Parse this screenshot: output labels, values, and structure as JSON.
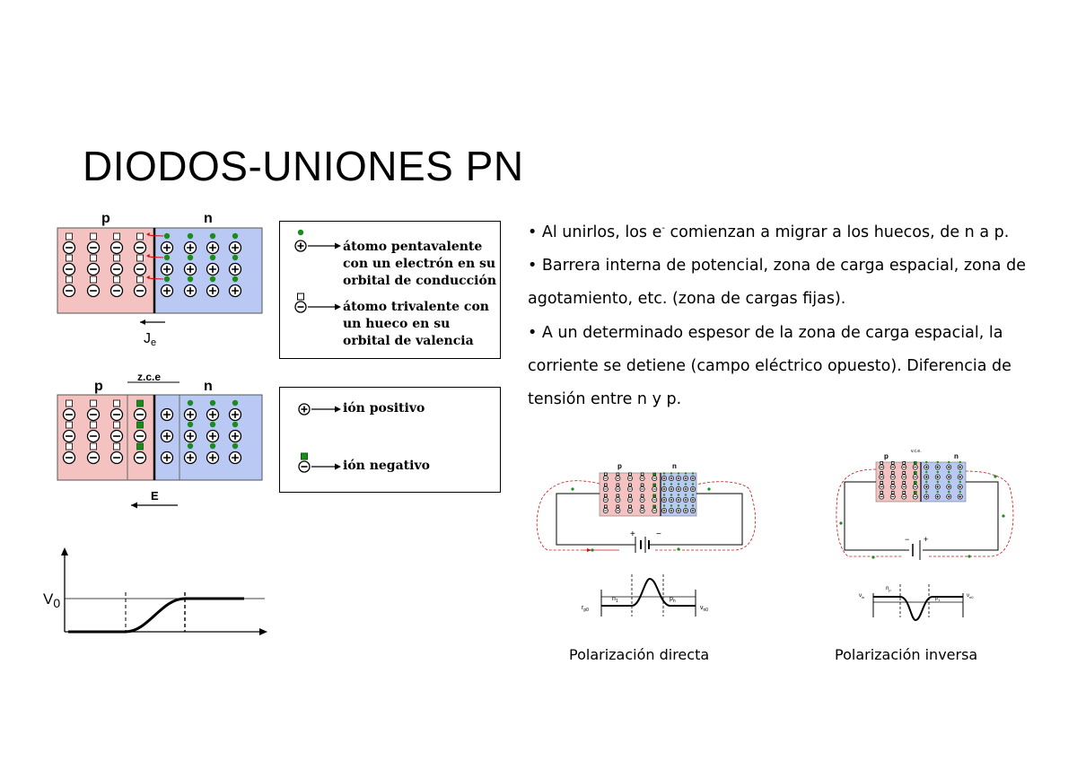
{
  "title": "DIODOS-UNIONES PN",
  "diagram_top": {
    "p_label": "p",
    "n_label": "n",
    "current_label": "J",
    "current_sub": "e"
  },
  "diagram_bottom": {
    "p_label": "p",
    "n_label": "n",
    "zone_label": "z.c.e",
    "field_label": "E"
  },
  "legend_top": {
    "pentavalent": "átomo pentavalente con un electrón en su orbital de conducción",
    "trivalent": "átomo trivalente con un hueco en su orbital de valencia"
  },
  "legend_bottom": {
    "positive": "ión positivo",
    "negative": "ión negativo"
  },
  "graph": {
    "vlabel": "V",
    "vsub": "0"
  },
  "bullets": [
    {
      "pre": "• Al unirlos, los e",
      "sup": "-",
      "post": " comienzan a migrar a los huecos, de n a p."
    },
    {
      "text": "• Barrera interna de potencial, zona de carga espacial, zona de agotamiento, etc. (zona de cargas fijas)."
    },
    {
      "text": "• A un determinado espesor de la zona de carga espacial, la corriente se detiene (campo eléctrico opuesto). Diferencia de tensión entre n y p."
    }
  ],
  "forward": {
    "caption": "Polarización directa",
    "p": "p",
    "n": "n",
    "plus": "+",
    "minus": "−",
    "left_label": "r",
    "left_sub": "p0",
    "n_label": "n",
    "n_sub": "1",
    "p_label": "p",
    "p_sub": "n",
    "right_label": "ν",
    "right_sub": "n0"
  },
  "reverse": {
    "caption": "Polarización inversa",
    "p": "p",
    "n": "n",
    "top_label": "v.c.e.",
    "plus": "+",
    "minus": "−",
    "left_label": "ν",
    "left_sub": "in",
    "n_label": "n",
    "n_sub": "p",
    "p_label": "p",
    "p_sub": "1",
    "right_label": "ν",
    "right_sub": "n0"
  },
  "colors": {
    "p_region": "#f4c2c0",
    "n_region": "#b9c9f3",
    "dot": "#1a8c1a",
    "arrow": "#d01010"
  }
}
